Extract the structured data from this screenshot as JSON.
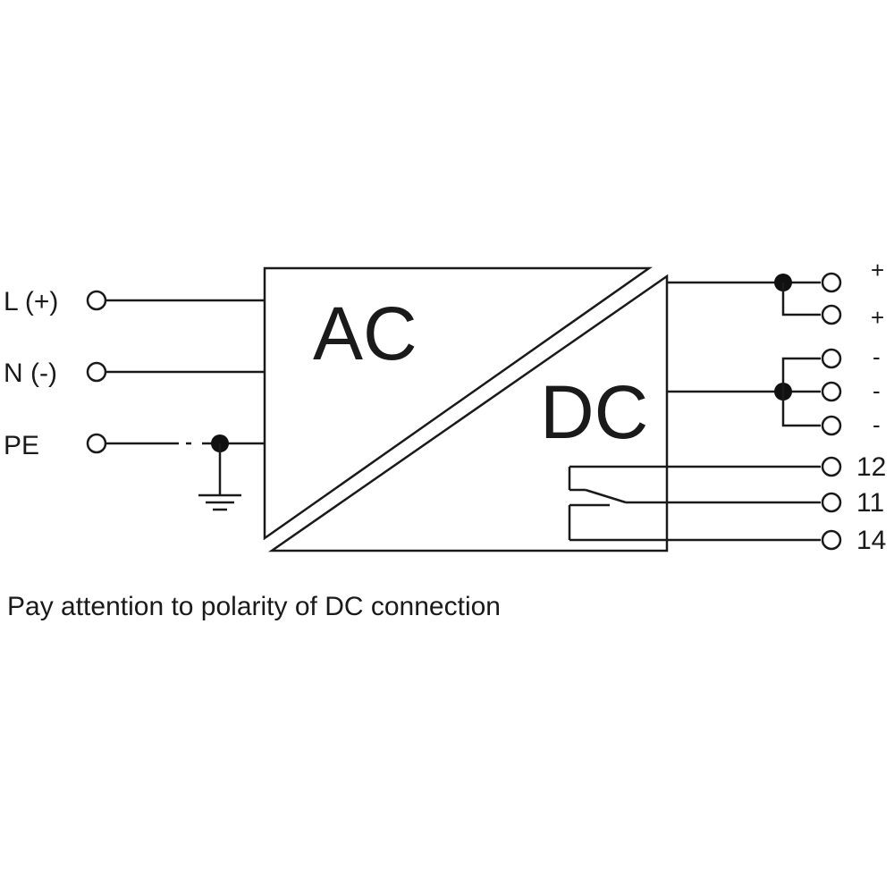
{
  "inputs": {
    "L": "L (+)",
    "N": "N (-)",
    "PE": "PE"
  },
  "converter": {
    "ac_label": "AC",
    "dc_label": "DC"
  },
  "outputs": {
    "plus_1": "+",
    "plus_2": "+",
    "minus_1": "-",
    "minus_2": "-",
    "minus_3": "-",
    "relay_12": "12",
    "relay_11": "11",
    "relay_14": "14"
  },
  "note": "Pay attention to polarity of DC connection",
  "colors": {
    "line": "#1a1a1a",
    "background": "#ffffff"
  }
}
